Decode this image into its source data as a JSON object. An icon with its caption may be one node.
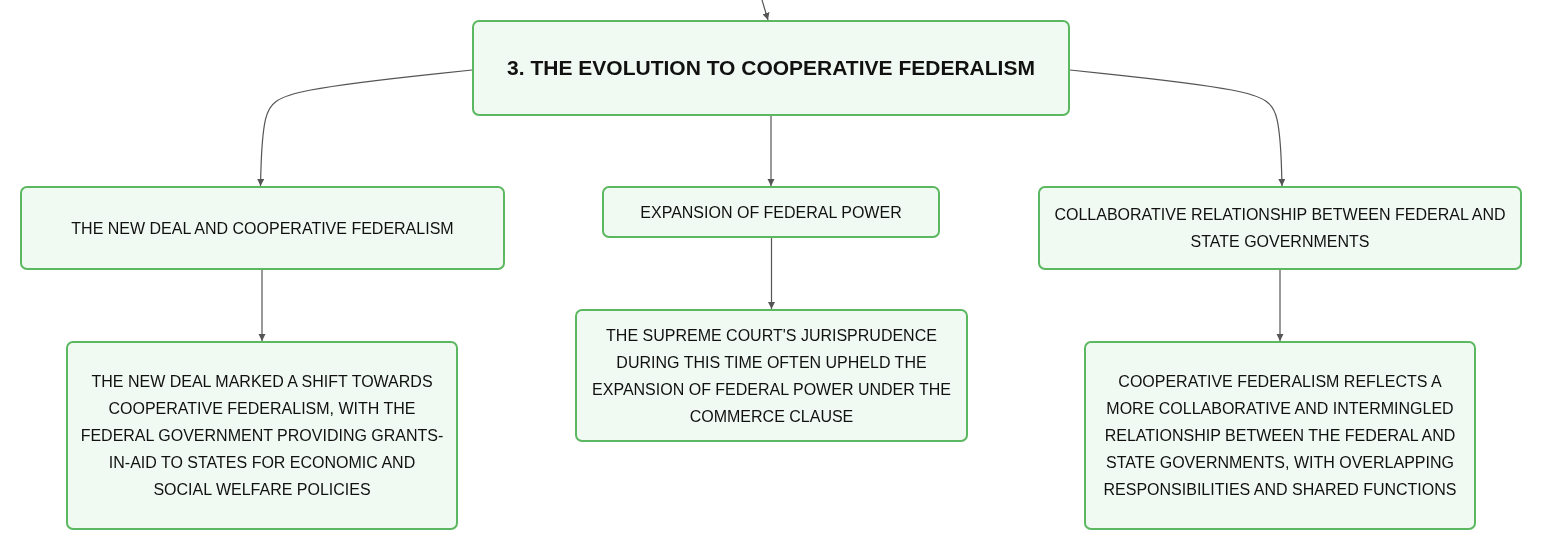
{
  "diagram": {
    "nodes": [
      {
        "text": [
          "3. THE EVOLUTION TO COOPERATIVE FEDERALISM"
        ]
      },
      {
        "text": [
          "THE NEW DEAL AND COOPERATIVE FEDERALISM"
        ]
      },
      {
        "text": [
          "EXPANSION OF FEDERAL POWER"
        ]
      },
      {
        "text": [
          "COLLABORATIVE RELATIONSHIP BETWEEN FEDERAL AND STATE GOVERNMENTS"
        ]
      },
      {
        "text": [
          "THE NEW DEAL MARKED A SHIFT TOWARDS COOPERATIVE FEDERALISM, WITH THE FEDERAL GOVERNMENT PROVIDING GRANTS-IN-AID TO STATES FOR ECONOMIC AND SOCIAL WELFARE POLICIES"
        ]
      },
      {
        "text": [
          "THE SUPREME COURT'S JURISPRUDENCE DURING THIS TIME OFTEN UPHELD THE EXPANSION OF FEDERAL POWER UNDER THE COMMERCE CLAUSE"
        ]
      },
      {
        "text": [
          "COOPERATIVE FEDERALISM REFLECTS A MORE COLLABORATIVE AND INTERMINGLED RELATIONSHIP BETWEEN THE FEDERAL AND STATE GOVERNMENTS, WITH OVERLAPPING RESPONSIBILITIES AND SHARED FUNCTIONS"
        ]
      }
    ],
    "edges": [
      {
        "from": null,
        "to": 0,
        "arrow": "to"
      },
      {
        "from": 0,
        "to": 1,
        "arrow": "to"
      },
      {
        "from": 0,
        "to": 2,
        "arrow": "to"
      },
      {
        "from": 0,
        "to": 3,
        "arrow": "to"
      },
      {
        "from": 1,
        "to": 4,
        "arrow": "to"
      },
      {
        "from": 2,
        "to": 5,
        "arrow": "to"
      },
      {
        "from": 3,
        "to": 6,
        "arrow": "to"
      }
    ]
  }
}
